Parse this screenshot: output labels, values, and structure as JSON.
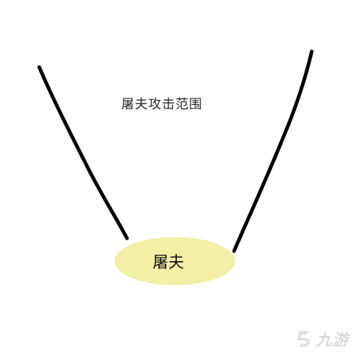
{
  "diagram": {
    "attack_area_label": "屠夫攻击范围",
    "unit_label": "屠夫",
    "unit_fill_color": "#f3efa6",
    "line_color": "#000000"
  },
  "watermark": {
    "logo_icon": "nine-game-logo-icon",
    "text": "九游"
  }
}
